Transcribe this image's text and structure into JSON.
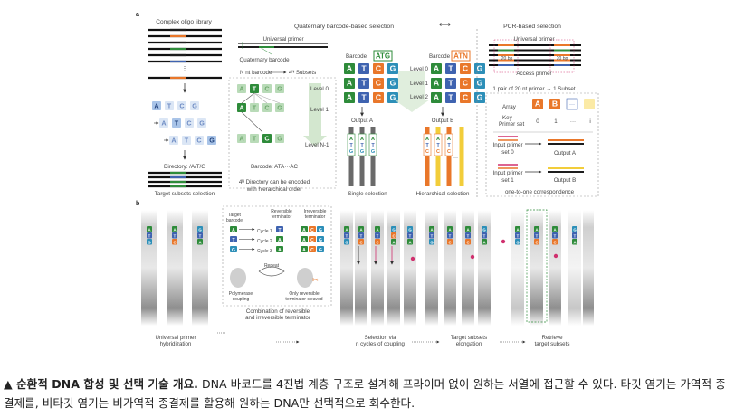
{
  "panels": {
    "a": "a",
    "b": "b"
  },
  "titles": {
    "complex_library": "Complex oligo library",
    "quaternary": "Quaternary barcode-based selection",
    "pcr": "PCR-based selection"
  },
  "labels": {
    "universal_primer": "Universal primer",
    "quaternary_barcode": "Quaternary barcode",
    "n_nt_barcode": "N nt barcode",
    "subsets": "4ᴺ Subsets",
    "level0": "Level 0",
    "level1": "Level 1",
    "levelN": "Level N-1",
    "barcode_seq": "Barcode: ATA···AC",
    "directory_note_1": "4ᴺ Directory can be encoded",
    "directory_note_2": "with hierarchical order",
    "directory": "Directory: /A/T/G",
    "target_selection": "Target subsets selection",
    "barcode": "Barcode",
    "barcode_atg": "ATG",
    "barcode_atn": "ATN",
    "output_a": "Output A",
    "output_b": "Output B",
    "single_selection": "Single selection",
    "hierarchical_selection": "Hierarchical selection",
    "pcr_universal_primer": "Universal primer",
    "bp20a": "20 bp",
    "bp20b": "20 bp",
    "access_primer": "Access primer",
    "pair_rule": "1 pair of 20 nt primer → 1 Subset",
    "array": "Array",
    "key_primer_set": "Key",
    "key_primer_set2": "Primer set",
    "key0": "0",
    "key1": "1",
    "key_dots": "···",
    "keyi": "i",
    "input_set0a": "Input primer",
    "input_set0b": "set 0",
    "input_set1a": "Input primer",
    "input_set1b": "set 1",
    "pcr_output_a": "Output A",
    "pcr_output_b": "Output B",
    "one_to_one": "one-to-one correspondence",
    "target_barcode": "Target",
    "target_barcode2": "barcode",
    "reversible_term": "Reversible",
    "reversible_term2": "terminator",
    "irreversible_term": "Irreversible",
    "irreversible_term2": "terminator",
    "cycle1": "Cycle 1",
    "cycle2": "Cycle 2",
    "cycle3": "Cycle 3",
    "repeat": "Repeat",
    "polymerase": "Polymerase",
    "polymerase2": "coupling",
    "only_reversible": "Only reversible",
    "only_reversible2": "terminator cleaved",
    "combination1": "Combination of reversible",
    "combination2": "and irreversible terminator",
    "universal_hybrid1": "Universal primer",
    "universal_hybrid2": "hybridization",
    "selection_via1": "Selection via",
    "selection_via2": "n cycles of coupling",
    "elongation1": "Target subsets",
    "elongation2": "elongation",
    "retrieve1": "Retrieve",
    "retrieve2": "target subsets"
  },
  "nucleotides": {
    "A": "A",
    "T": "T",
    "C": "C",
    "G": "G"
  },
  "colors": {
    "A": "#2e8b3a",
    "T": "#3f63b0",
    "C": "#e9772a",
    "G": "#2d8fb8",
    "light_blue": "#a9c4e8",
    "light_green": "#b9dbb8",
    "yellow": "#f2cd3a",
    "orange": "#e9772a",
    "magenta": "#d0306e"
  },
  "caption": {
    "bold": "▲ 순환적 DNA 합성 및 선택 기술 개요.",
    "body": " DNA 바코드를 4진법 계층 구조로 설계해 프라이머 없이 원하는 서열에 접근할 수 있다. 타깃 염기는 가역적 종결제를, 비타깃 염기는 비가역적 종결제를 활용해 원하는 DNA만 선택적으로 회수한다."
  }
}
